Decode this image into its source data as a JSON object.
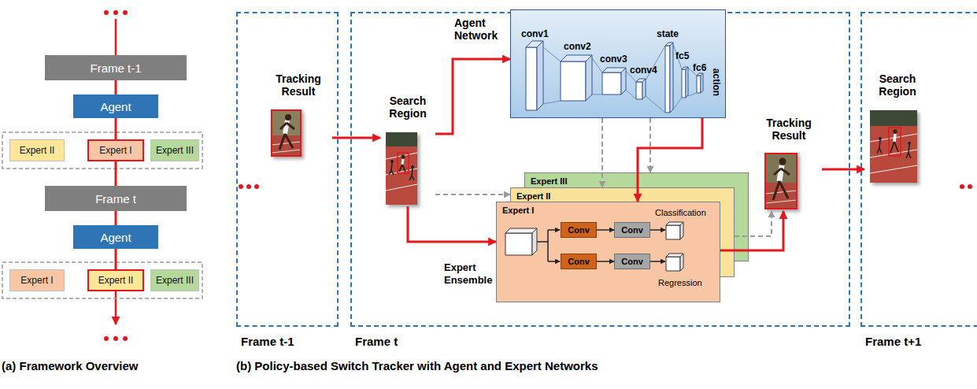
{
  "diagram": {
    "nodes": [
      {
        "text": [
          "Frame t-1"
        ]
      },
      {
        "text": [
          "Agent"
        ]
      },
      {
        "text": [
          "Expert II"
        ]
      },
      {
        "text": [
          "Expert I"
        ]
      },
      {
        "text": [
          "Expert III"
        ]
      },
      {
        "text": [
          "Frame t"
        ]
      },
      {
        "text": [
          "Agent"
        ]
      },
      {
        "text": [
          "Expert I"
        ]
      },
      {
        "text": [
          "Expert II"
        ]
      },
      {
        "text": [
          "Expert III"
        ]
      },
      {
        "text": [
          "Frame t-1"
        ]
      },
      {
        "text": [
          "Tracking Result"
        ],
        "in": 10
      },
      {
        "text": [
          "Frame t"
        ]
      },
      {
        "text": [
          "Search Region"
        ],
        "in": 12
      },
      {
        "text": [
          "Agent Network"
        ],
        "in": 12
      },
      {
        "text": [
          "Expert III"
        ],
        "in": 12
      },
      {
        "text": [
          "Expert II"
        ],
        "in": 12
      },
      {
        "text": [
          "Expert I"
        ],
        "in": 12
      },
      {
        "text": [
          "Conv"
        ],
        "in": 17
      },
      {
        "text": [
          "Conv"
        ],
        "in": 17
      },
      {
        "text": [
          "Conv"
        ],
        "in": 17
      },
      {
        "text": [
          "Conv"
        ],
        "in": 17
      },
      {
        "text": [
          "Tracking Result"
        ],
        "in": 12
      },
      {
        "text": [
          "Frame t+1"
        ]
      },
      {
        "text": [
          "Search Region"
        ],
        "in": 23
      }
    ],
    "edges": [
      {
        "from": 0,
        "to": 1,
        "arrow": "none"
      },
      {
        "from": 1,
        "to": 3,
        "arrow": "none"
      },
      {
        "from": 3,
        "to": 5,
        "arrow": "none"
      },
      {
        "from": 5,
        "to": 6,
        "arrow": "none"
      },
      {
        "from": 6,
        "to": 8,
        "arrow": "none"
      },
      {
        "from": 11,
        "to": 13,
        "arrow": "to"
      },
      {
        "from": 13,
        "to": 14,
        "arrow": "to"
      },
      {
        "from": 13,
        "to": 17,
        "arrow": "to"
      },
      {
        "from": 13,
        "to": 16,
        "arrow": "to"
      },
      {
        "from": 14,
        "to": 17,
        "arrow": "to"
      },
      {
        "from": 14,
        "to": 16,
        "arrow": "to"
      },
      {
        "from": 14,
        "to": 15,
        "arrow": "to"
      },
      {
        "from": 18,
        "to": 19,
        "arrow": "to"
      },
      {
        "from": 20,
        "to": 21,
        "arrow": "to"
      },
      {
        "from": 17,
        "to": 22,
        "arrow": "to"
      },
      {
        "from": 16,
        "to": 22,
        "arrow": "to"
      },
      {
        "from": 22,
        "to": 24,
        "arrow": "to"
      }
    ],
    "labels": [
      "conv1",
      "conv2",
      "conv3",
      "conv4",
      "state",
      "fc5",
      "fc6",
      "action",
      "Classification",
      "Regression",
      "Expert Ensemble",
      "(a) Framework Overview",
      "(b) Policy-based Switch Tracker with Agent and Expert Networks"
    ]
  }
}
